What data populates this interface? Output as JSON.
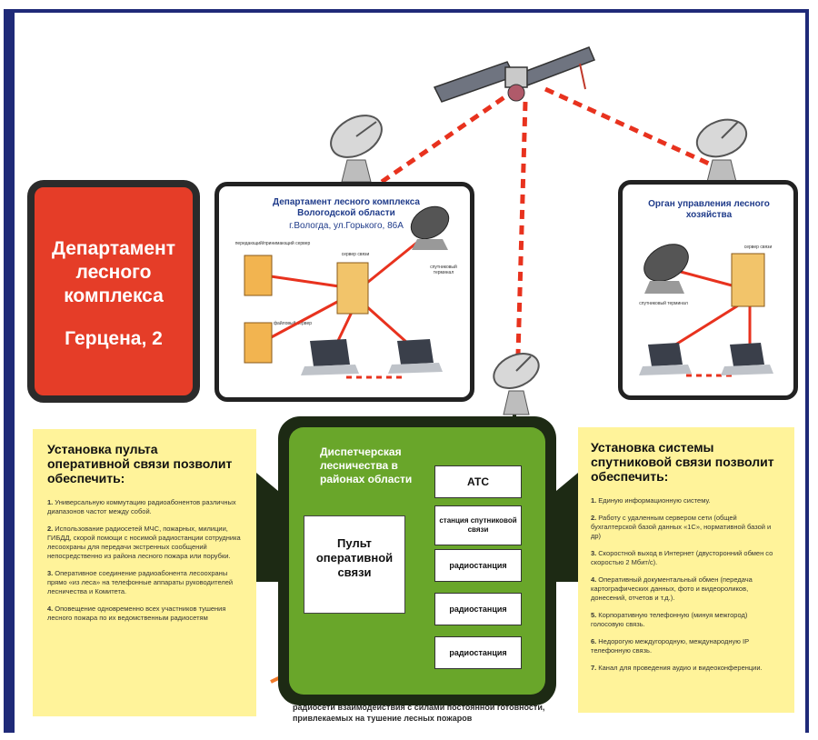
{
  "department_card": {
    "name": "Департамент лесного комплекса",
    "address": "Герцена, 2"
  },
  "vologda_box": {
    "title": "Департамент лесного комплекса Вологодской области",
    "address": "г.Вологда, ул.Горького, 86А",
    "labels": {
      "server_top": "передающий/принимающий сервер",
      "main_server": "сервер связи",
      "file_server": "файловый сервер",
      "terminal": "спутниковый терминал"
    }
  },
  "forestry_box": {
    "title": "Орган управления лесного хозяйства",
    "labels": {
      "server": "сервер связи",
      "terminal": "спутниковый терминал"
    }
  },
  "left_panel": {
    "heading": "Установка пульта оперативной связи позволит обеспечить:",
    "items": [
      {
        "num": "1.",
        "text": "Универсальную коммутацию радиоабонентов различных диапазонов частот между собой."
      },
      {
        "num": "2.",
        "text": "Использование радиосетей МЧС, пожарных, милиции, ГИБДД, скорой помощи с носимой радиостанции сотрудника лесоохраны для передачи экстренных сообщений непосредственно из района лесного пожара или порубки."
      },
      {
        "num": "3.",
        "text": "Оперативное соединение радиоабонента лесоохраны прямо «из леса» на телефонные аппараты руководителей лесничества и Комитета."
      },
      {
        "num": "4.",
        "text": "Оповещение одновременно всех участников тушения лесного пожара по их ведомственным радиосетям"
      }
    ]
  },
  "right_panel": {
    "heading": "Установка системы спутниковой связи позволит обеспечить:",
    "items": [
      {
        "num": "1.",
        "text": "Единую информационную систему."
      },
      {
        "num": "2.",
        "text": "Работу с удаленным сервером сети (общей бухгалтерской базой данных «1С», нормативной базой и др)"
      },
      {
        "num": "3.",
        "text": "Скоростной выход в Интернет (двусторонний обмен со скоростью 2 Мбит/с)."
      },
      {
        "num": "4.",
        "text": "Оперативный документальный обмен (передача картографических данных, фото и видеороликов, донесений, отчетов и т.д.)."
      },
      {
        "num": "5.",
        "text": "Корпоративную телефонную (минуя межгород) голосовую связь."
      },
      {
        "num": "6.",
        "text": "Недорогую междугородную, международную IP телефонную связь."
      },
      {
        "num": "7.",
        "text": "Канал для проведения аудио и видеоконференции."
      }
    ]
  },
  "dispatch": {
    "title": "Диспетчерская лесничества в районах области",
    "console": "Пульт оперативной связи",
    "units": [
      "АТС",
      "станция спутниковой связи",
      "радиостанция",
      "радиостанция",
      "радиостанция"
    ]
  },
  "caption": "радиосети взаимодействия с силами постоянной готовности, привлекаемых на тушение лесных пожаров",
  "colors": {
    "frame": "#1f2a78",
    "card_red": "#e53d28",
    "panel_yellow": "#fff39a",
    "dispatch_green": "#69a62a",
    "link_red": "#e8321e",
    "arrow_orange": "#f07a2a"
  }
}
